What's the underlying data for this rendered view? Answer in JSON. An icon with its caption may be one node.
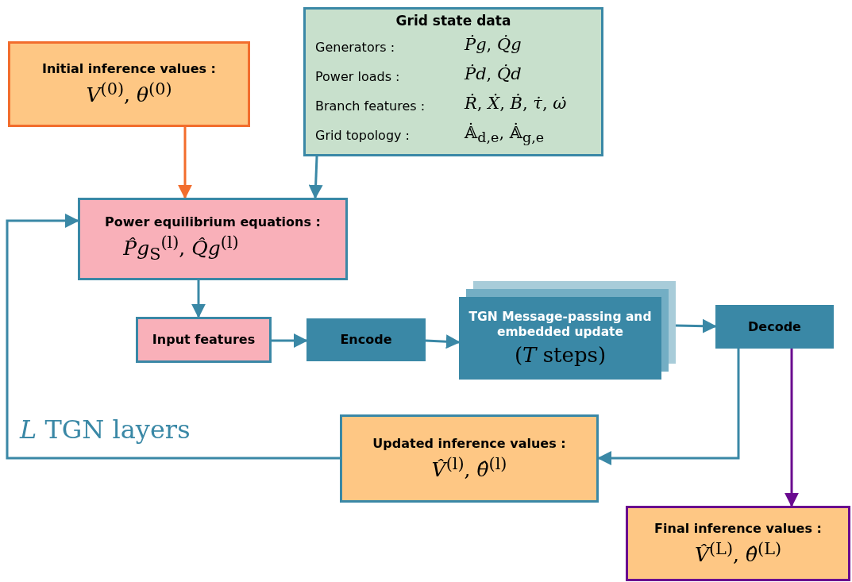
{
  "diagram": {
    "nodes": [
      {
        "text": [
          "Initial inference values :",
          "*V*$^{(0)}$,  *θ*$^{(0)}$"
        ]
      },
      {
        "text": [
          "Grid state data",
          "Generators  :",
          "*Ṗg*,  *Q̇g*",
          "Power loads  :",
          "*Ṗd*,  *Q̇d*",
          "Branch features  :",
          "*Ṙ*,  *Ẋ*,  *Ḃ*,  *τ̇*,  *ω̇*",
          "Grid topology  :",
          "𝔸̇$_{d,e}$,  𝔸̇$_{g,e}$"
        ]
      },
      {
        "text": [
          "Power equilibrium equations :",
          "*P̂g*$_{S}$$^{(l)}$,  *Q̂g*$^{(l)}$"
        ]
      },
      {
        "text": [
          "Input features"
        ]
      },
      {
        "text": [
          "Encode"
        ]
      },
      {
        "text": [
          "TGN Message-passing and embedded update",
          "(*T* steps)"
        ]
      },
      {
        "text": [
          "Decode"
        ]
      },
      {
        "text": [
          "Updated inference values :",
          "*V̂*$^{(l)}$,  *θ̂*$^{(l)}$"
        ]
      },
      {
        "text": [
          "Final inference values :",
          "*V̂*$^{(L)}$,  *θ̂*$^{(L)}$"
        ]
      }
    ],
    "edges": [
      {
        "from": 0,
        "to": 2,
        "arrow": "to",
        "color": "#f26d2d"
      },
      {
        "from": 1,
        "to": 2,
        "arrow": "to"
      },
      {
        "from": 2,
        "to": 3,
        "arrow": "to"
      },
      {
        "from": 3,
        "to": 4,
        "arrow": "to"
      },
      {
        "from": 4,
        "to": 5,
        "arrow": "to"
      },
      {
        "from": 5,
        "to": 6,
        "arrow": "to"
      },
      {
        "from": 6,
        "to": 7,
        "arrow": "to"
      },
      {
        "from": 7,
        "to": 2,
        "arrow": "to"
      },
      {
        "from": 6,
        "to": 8,
        "arrow": "to",
        "color": "#6a0a8f"
      }
    ],
    "labels": [
      "*L* TGN layers"
    ]
  }
}
